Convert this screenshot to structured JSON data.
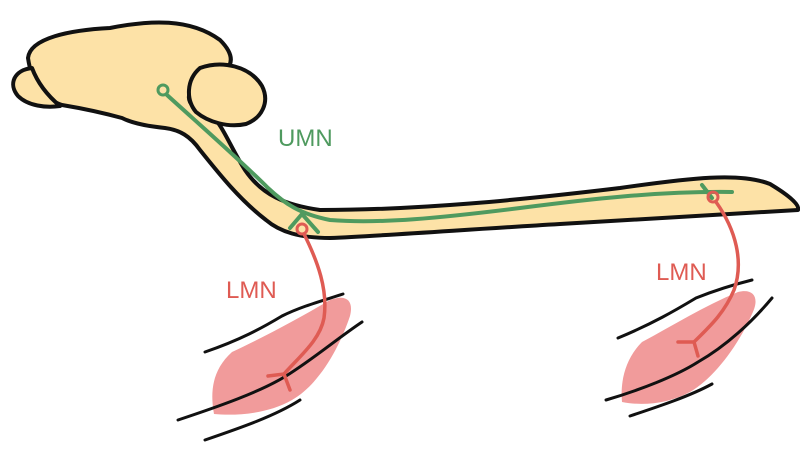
{
  "labels": {
    "umn": "UMN",
    "lmn_front": "LMN",
    "lmn_hind": "LMN"
  },
  "colors": {
    "brain_cord_fill": "#fde2a7",
    "outline": "#111111",
    "umn_green": "#4f9a5f",
    "lmn_red": "#df5b53",
    "muscle_fill": "#f19b9b"
  }
}
